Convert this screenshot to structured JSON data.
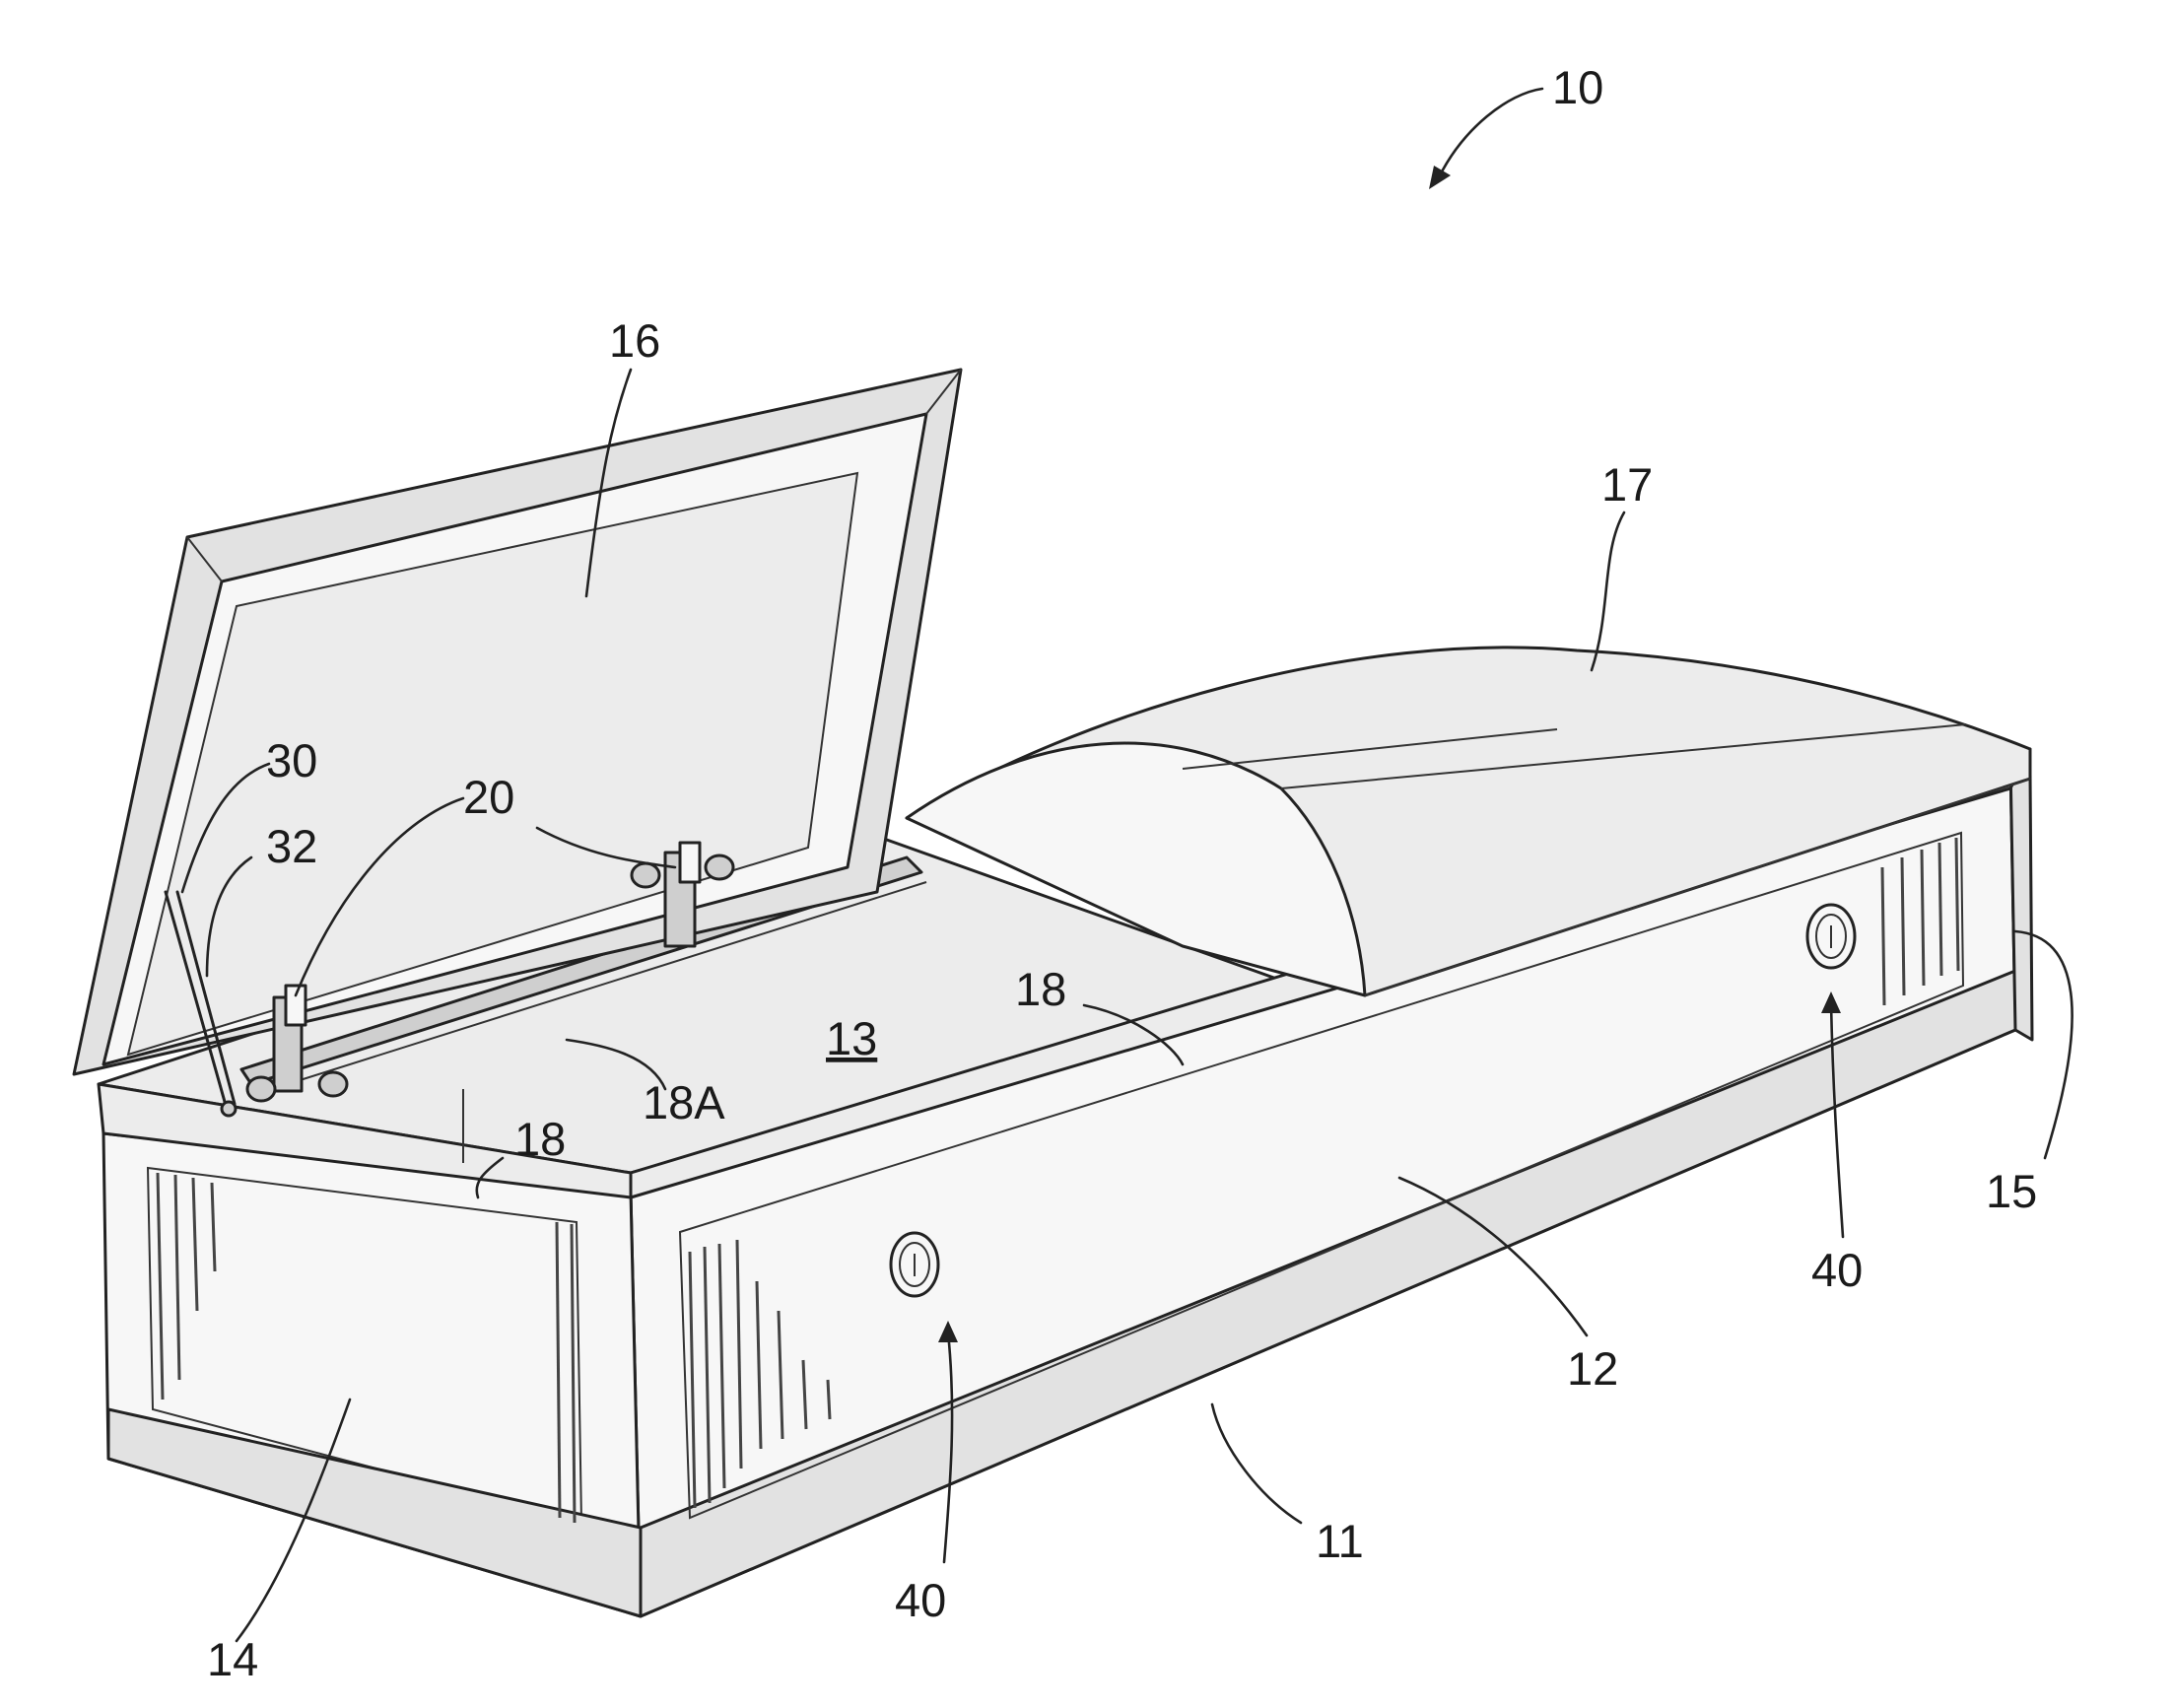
{
  "labels": {
    "casket": "10",
    "base": "11",
    "side_wall": "12",
    "interior": "13",
    "head_end": "14",
    "foot_end": "15",
    "head_lid": "16",
    "foot_lid": "17",
    "rim_front": "18",
    "rim_top": "18",
    "rim_inner": "18A",
    "latch": "20",
    "lid_support": "30",
    "support_pivot": "32",
    "handle_left": "40",
    "handle_right": "40"
  },
  "colors": {
    "line": "#222222",
    "shade": "#cfcfcf",
    "paper": "#ffffff"
  }
}
